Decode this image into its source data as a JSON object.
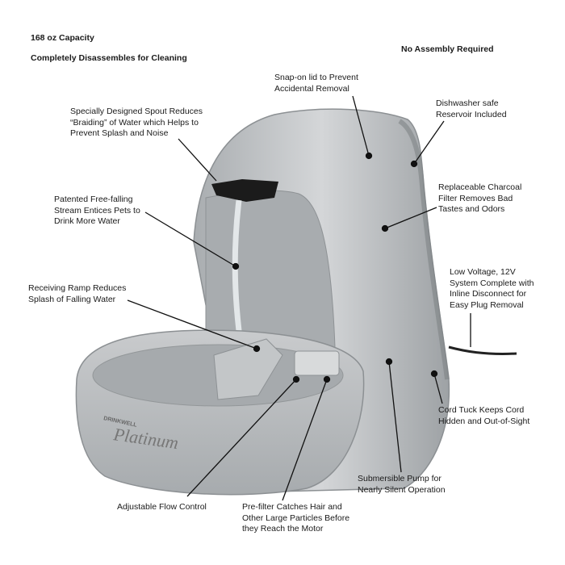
{
  "headlines": {
    "capacity": "168 oz Capacity",
    "disassembles": "Completely Disassembles for Cleaning",
    "no_assembly": "No Assembly Required"
  },
  "callouts": {
    "snap_lid": "Snap-on lid to Prevent\nAccidental Removal",
    "dishwasher": "Dishwasher safe\nReservoir Included",
    "spout": "Specially Designed Spout Reduces\n“Braiding” of Water which Helps to\nPrevent Splash and Noise",
    "charcoal": "Replaceable Charcoal\nFilter Removes Bad\nTastes and Odors",
    "stream": "Patented Free-falling\nStream Entices Pets to\nDrink More Water",
    "voltage": "Low Voltage, 12V\nSystem Complete with\nInline Disconnect for\nEasy Plug Removal",
    "ramp": "Receiving Ramp Reduces\nSplash of Falling Water",
    "cord_tuck": "Cord Tuck Keeps Cord\nHidden and Out-of-Sight",
    "pump": "Submersible Pump for\nNearly Silent Operation",
    "flow": "Adjustable Flow Control",
    "prefilter": "Pre-filter Catches Hair and\nOther Large Particles Before\nthey Reach the Motor"
  },
  "product": {
    "brand": "DRINKWELL",
    "model": "Platinum"
  },
  "colors": {
    "body": "#b9bcbf",
    "body_light": "#d6d8da",
    "body_dark": "#8f9396",
    "text": "#1a1a1a"
  }
}
